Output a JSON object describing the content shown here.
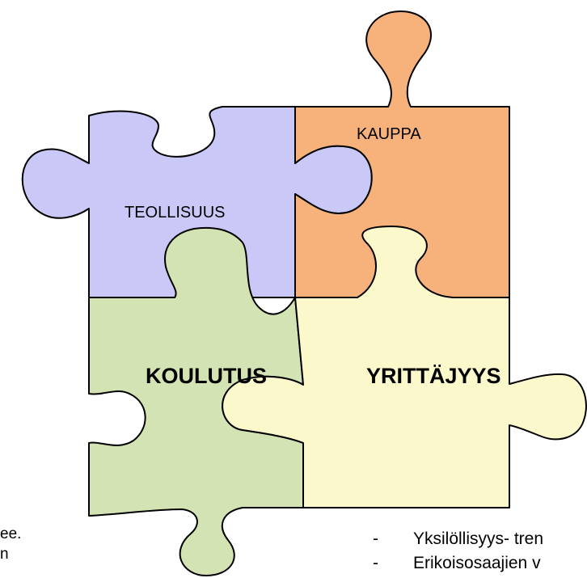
{
  "colors": {
    "teollisuus": "#c9c8f6",
    "kauppa": "#f7b27c",
    "koulutus": "#d4e3b3",
    "yrittajyys": "#fbf8cc"
  },
  "pieces": {
    "teollisuus": "TEOLLISUUS",
    "kauppa": "KAUPPA",
    "koulutus": "KOULUTUS",
    "yrittajyys": "YRITTÄJYYS"
  },
  "left_text": {
    "line1": "ee.",
    "line2": "n"
  },
  "bullets": [
    {
      "dash": "-",
      "text": "Yksilöllisyys- tren"
    },
    {
      "dash": "-",
      "text": "Erikoisosaajien v"
    }
  ]
}
